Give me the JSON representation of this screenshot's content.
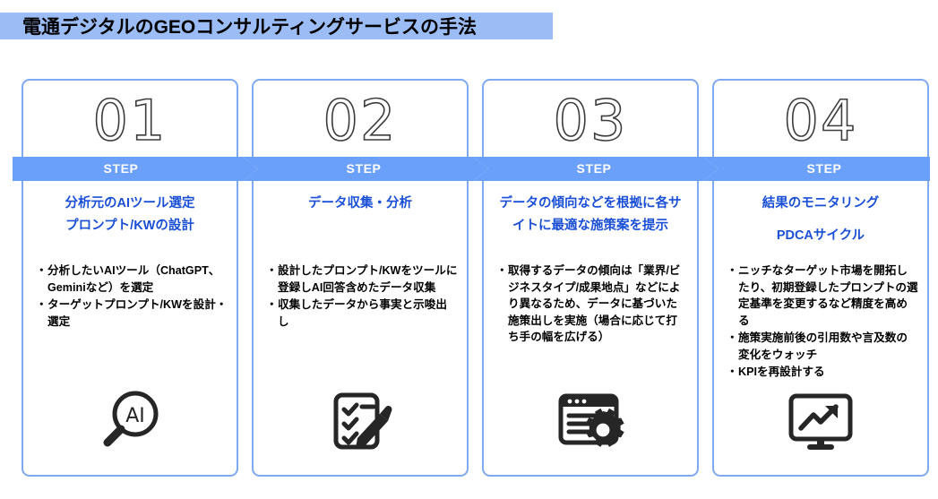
{
  "page": {
    "title": "電通デジタルのGEOコンサルティングサービスの手法",
    "highlight_color": "#9BBCF5",
    "accent_blue": "#6BA0FA",
    "headline_blue": "#1A4FD6",
    "icon_color": "#262626"
  },
  "steps": [
    {
      "number": "01",
      "step_label": "STEP",
      "headline_lines": [
        "分析元のAIツール選定",
        "プロンプト/KWの設計"
      ],
      "bullets": [
        "分析したいAIツール（ChatGPT、Geminiなど）を選定",
        "ターゲットプロンプト/KWを設計・選定"
      ],
      "icon": "magnifier-ai-icon"
    },
    {
      "number": "02",
      "step_label": "STEP",
      "headline_lines": [
        "データ収集・分析"
      ],
      "bullets": [
        "設計したプロンプト/KWをツールに登録しAI回答含めたデータ収集",
        "収集したデータから事実と示唆出し"
      ],
      "icon": "checklist-pencil-icon"
    },
    {
      "number": "03",
      "step_label": "STEP",
      "headline_lines": [
        "データの傾向などを根拠に各サ",
        "イトに最適な施策案を提示"
      ],
      "bullets": [
        "取得するデータの傾向は「業界/ビジネスタイプ/成果地点」などにより異なるため、データに基づいた施策出しを実施（場合に応じて打ち手の幅を広げる）"
      ],
      "icon": "browser-gear-icon"
    },
    {
      "number": "04",
      "step_label": "STEP",
      "headline_lines": [
        "結果のモニタリング",
        "PDCAサイクル"
      ],
      "bullets": [
        "ニッチなターゲット市場を開拓したり、初期登録したプロンプトの選定基準を変更するなど精度を高める",
        "施策実施前後の引用数や言及数の変化をウォッチ",
        "KPIを再設計する"
      ],
      "icon": "monitor-trend-icon"
    }
  ],
  "bullet_marker": "・"
}
